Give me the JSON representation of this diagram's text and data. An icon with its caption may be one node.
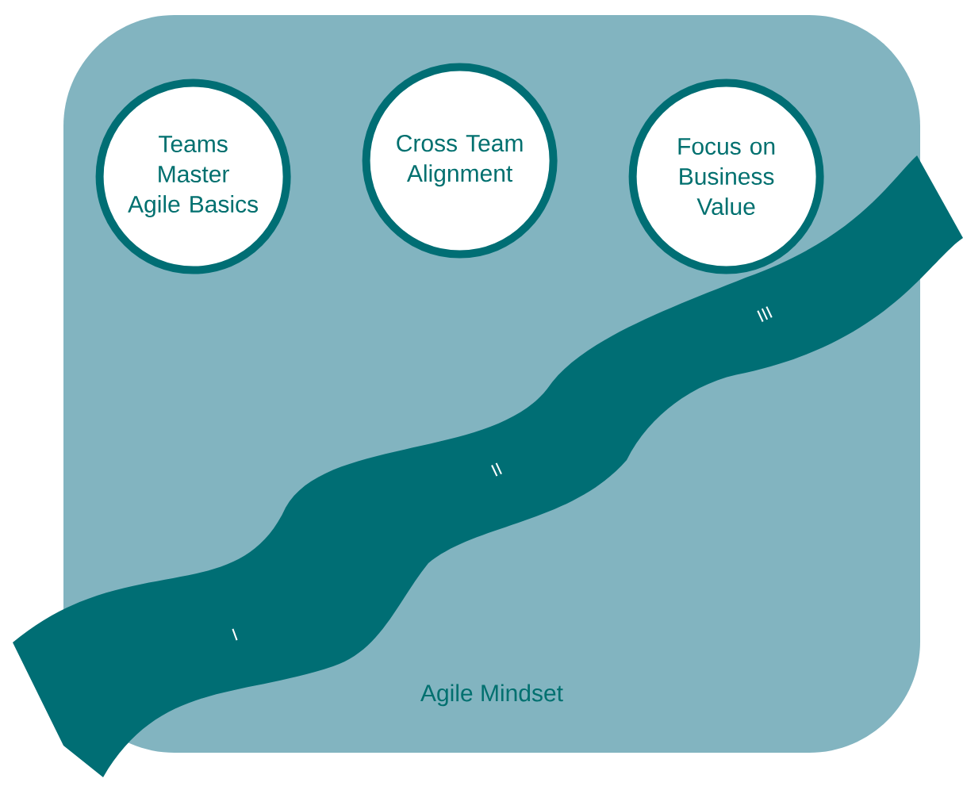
{
  "diagram": {
    "nodes": [
      {
        "text": [
          "Agile Mindset"
        ]
      },
      {
        "text": [
          "Teams Master Agile Basics"
        ],
        "in": 0
      },
      {
        "text": [
          "Cross Team Alignment"
        ],
        "in": 0
      },
      {
        "text": [
          "Focus on Business Value"
        ],
        "in": 0
      }
    ],
    "labels": [
      "I",
      "II",
      "III"
    ]
  }
}
